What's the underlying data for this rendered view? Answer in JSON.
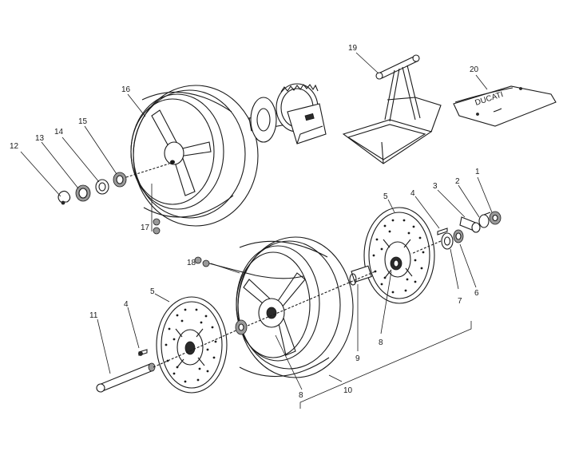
{
  "diagram": {
    "part_labels": [
      "1",
      "2",
      "3",
      "4",
      "5",
      "5",
      "7",
      "6",
      "8",
      "8",
      "9",
      "10",
      "11",
      "4",
      "12",
      "13",
      "14",
      "15",
      "16",
      "17",
      "18",
      "19",
      "20"
    ]
  }
}
